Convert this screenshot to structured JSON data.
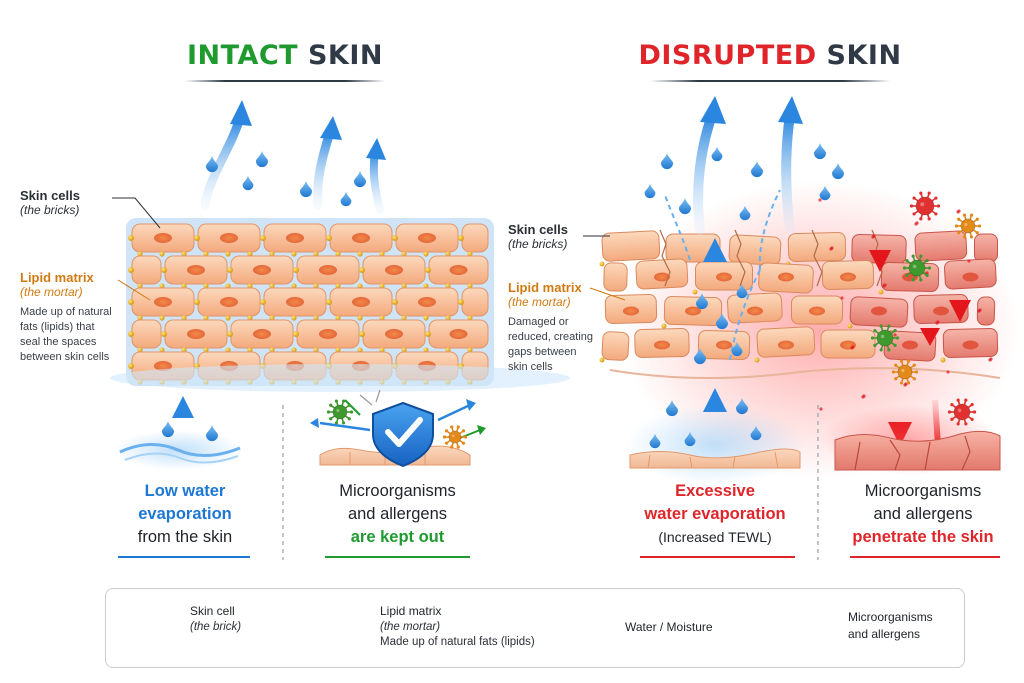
{
  "left_title": {
    "word1": "INTACT",
    "word2": "SKIN"
  },
  "right_title": {
    "word1": "DISRUPTED",
    "word2": "SKIN"
  },
  "left_labels": {
    "skin_cells": "Skin cells",
    "skin_cells_sub": "(the bricks)",
    "lipid_matrix": "Lipid matrix",
    "lipid_matrix_sub": "(the mortar)",
    "lipid_desc_1": "Made up of natural",
    "lipid_desc_2": "fats (lipids) that",
    "lipid_desc_3": "seal the spaces",
    "lipid_desc_4": "between skin cells"
  },
  "right_labels": {
    "skin_cells": "Skin cells",
    "skin_cells_sub": "(the bricks)",
    "lipid_matrix": "Lipid matrix",
    "lipid_matrix_sub": "(the mortar)",
    "damage_desc_1": "Damaged or",
    "damage_desc_2": "reduced, creating",
    "damage_desc_3": "gaps between",
    "damage_desc_4": "skin cells"
  },
  "captions": {
    "low_water_1": "Low water",
    "low_water_2": "evaporation",
    "low_water_3": "from the skin",
    "kept_out_1": "Microorganisms",
    "kept_out_2": "and allergens",
    "kept_out_3": "are kept out",
    "excessive_1": "Excessive",
    "excessive_2": "water evaporation",
    "excessive_3": "(Increased TEWL)",
    "penetrate_1": "Microorganisms",
    "penetrate_2": "and allergens",
    "penetrate_3a": "penetrate",
    "penetrate_3b": "the skin"
  },
  "legend": {
    "skin_cell": "Skin cell",
    "skin_cell_sub": "(the brick)",
    "lipid_matrix": "Lipid matrix",
    "lipid_matrix_sub": "(the mortar)",
    "lipid_matrix_desc": "Made up of natural fats (lipids)",
    "water": "Water / Moisture",
    "micro_1": "Microorganisms",
    "micro_2": "and allergens"
  },
  "colors": {
    "intact_green": "#1f9a2f",
    "disrupted_red": "#e0252a",
    "water_blue": "#1d78d4",
    "lipid_orange": "#d07a12",
    "cell_peach": "#f6b98e"
  }
}
